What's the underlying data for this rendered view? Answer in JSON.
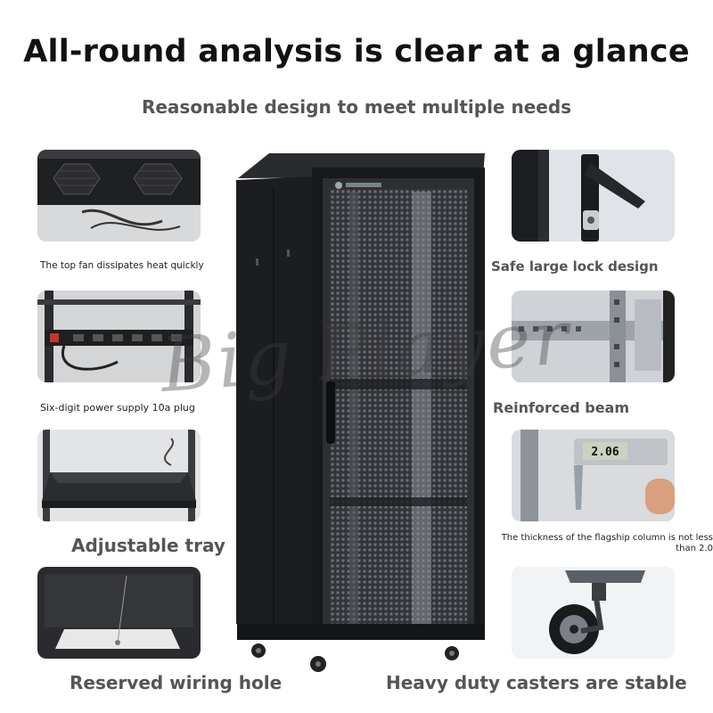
{
  "header": {
    "title": "All-round analysis is clear at a glance",
    "subtitle": "Reasonable design to meet multiple needs"
  },
  "features_left": [
    {
      "icon": "fan-icon",
      "caption": "The top fan dissipates heat quickly"
    },
    {
      "icon": "power-strip-icon",
      "caption": "Six-digit power supply 10a plug"
    },
    {
      "icon": "tray-icon",
      "caption": "Adjustable tray"
    },
    {
      "icon": "wiring-hole-icon",
      "caption": "Reserved wiring hole"
    }
  ],
  "features_right": [
    {
      "icon": "lock-icon",
      "caption": "Safe large lock design"
    },
    {
      "icon": "beam-icon",
      "caption": "Reinforced beam"
    },
    {
      "icon": "caliper-icon",
      "caption": "The thickness of the flagship column is not less than 2.0",
      "reading": "2.06"
    },
    {
      "icon": "caster-icon",
      "caption": "Heavy duty casters are stable"
    }
  ],
  "watermark": "Big Player",
  "colors": {
    "cabinet": "#1c1d20",
    "mesh": "#2c2d31",
    "accent": "#7a7f88",
    "thumb_bg": "#e9e9e9"
  }
}
